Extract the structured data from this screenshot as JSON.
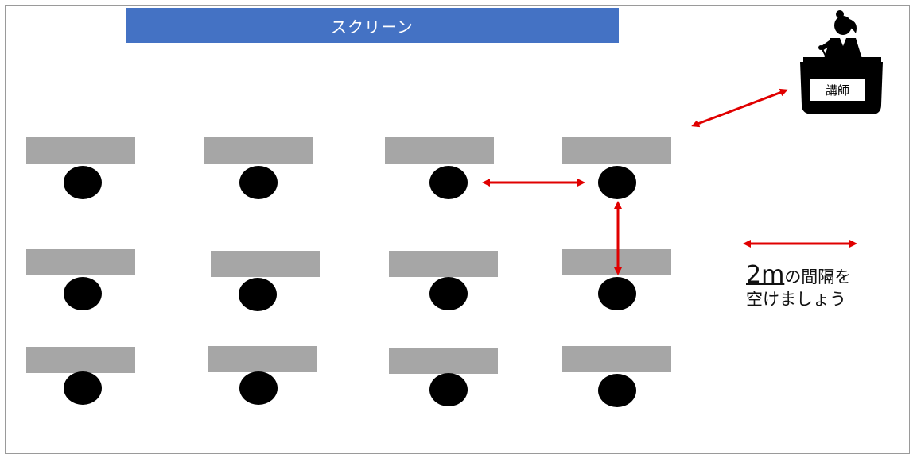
{
  "screen": {
    "label": "スクリーン",
    "color": "#4472c4"
  },
  "instructor": {
    "label": "講師",
    "icon": "instructor-at-podium-icon"
  },
  "legend": {
    "distance": "2m",
    "text_line1": "の間隔を",
    "text_line2": "空けましょう",
    "arrow_color": "#e00000"
  },
  "layout": {
    "rows": 3,
    "columns": 4,
    "desk_color": "#a6a6a6",
    "seat_color": "#000000"
  }
}
